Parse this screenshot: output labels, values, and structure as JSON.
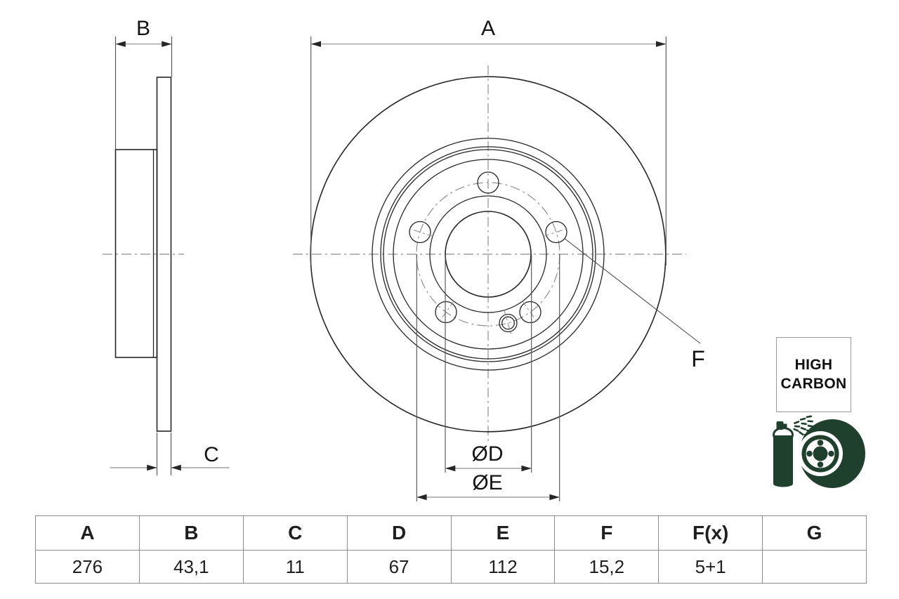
{
  "colors": {
    "line": "#262626",
    "dim": "#8f8f8f",
    "ext": "#4f4f4f",
    "text": "#141414",
    "icon": "#20402e",
    "table-border": "#8c8c8c"
  },
  "drawing": {
    "type": "brake-disc technical drawing, side section view and front view",
    "dim_labels": {
      "A": "A",
      "B": "B",
      "C": "C",
      "F": "F",
      "D": "ØD",
      "E": "ØE"
    }
  },
  "badge": {
    "line1": "HIGH",
    "line2": "CARBON"
  },
  "icon": {
    "name": "spray-coated-brake-disc-icon"
  },
  "table": {
    "headers": [
      "A",
      "B",
      "C",
      "D",
      "E",
      "F",
      "F(x)",
      "G"
    ],
    "values": [
      "276",
      "43,1",
      "11",
      "67",
      "112",
      "15,2",
      "5+1",
      ""
    ]
  }
}
